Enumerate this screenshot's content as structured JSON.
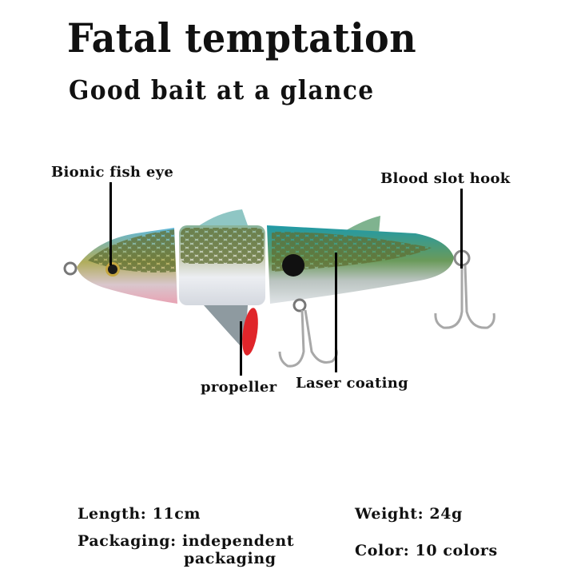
{
  "header": {
    "title": "Fatal temptation",
    "subtitle": "Good bait at a glance"
  },
  "callouts": {
    "eye": "Bionic fish eye",
    "hook": "Blood slot hook",
    "propeller": "propeller",
    "coating": "Laser coating"
  },
  "specs": {
    "length": "Length: 11cm",
    "weight": "Weight: 24g",
    "packaging_line1": "Packaging: independent",
    "packaging_line2": "packaging",
    "color": "Color: 10 colors"
  },
  "product": {
    "type": "jointed fishing lure",
    "colors": {
      "back": "#2a9bb0",
      "scale": "#6b7d3a",
      "belly": "#d8dde3",
      "propeller": "#e0252a"
    }
  }
}
